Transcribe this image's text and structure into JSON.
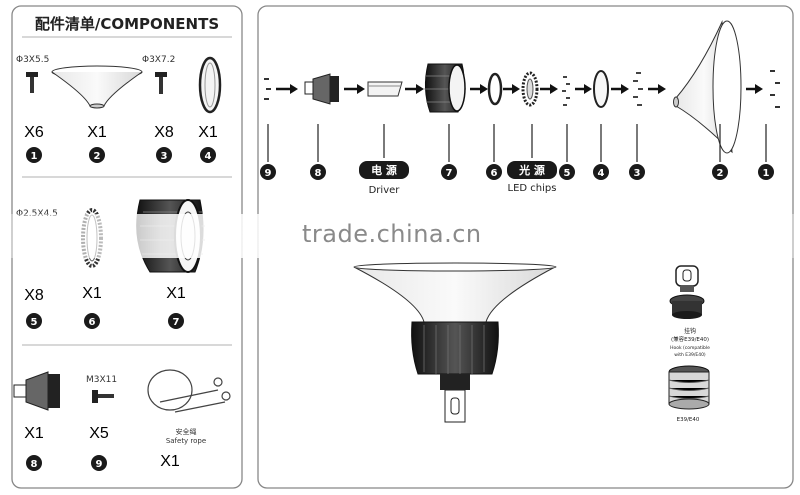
{
  "left_panel": {
    "title": "配件清单/COMPONENTS",
    "sections": [
      {
        "parts": [
          {
            "label": "Φ3X5.5",
            "qty": "X6",
            "num": "1",
            "icon": "screw-icon"
          },
          {
            "label": "",
            "qty": "X1",
            "num": "2",
            "icon": "reflector-icon"
          },
          {
            "label": "Φ3X7.2",
            "qty": "X8",
            "num": "3",
            "icon": "screw-icon"
          },
          {
            "label": "",
            "qty": "X1",
            "num": "4",
            "icon": "lens-ring-icon"
          }
        ]
      },
      {
        "parts": [
          {
            "label": "Φ2.5X4.5",
            "qty": "X8",
            "num": "5",
            "icon": "screw-icon"
          },
          {
            "label": "",
            "qty": "X1",
            "num": "6",
            "icon": "gasket-ring-icon"
          },
          {
            "label": "",
            "qty": "X1",
            "num": "7",
            "icon": "heatsink-icon"
          }
        ]
      },
      {
        "parts": [
          {
            "label": "",
            "qty": "X1",
            "num": "8",
            "icon": "hook-socket-icon"
          },
          {
            "label": "M3X11",
            "qty": "X5",
            "num": "9",
            "icon": "screw-icon"
          },
          {
            "label": "安全绳\nSafety rope",
            "qty": "X1",
            "num": "",
            "icon": "safety-rope-icon"
          }
        ]
      }
    ]
  },
  "right_panel": {
    "sequence": [
      "9",
      "8",
      "",
      "7",
      "6",
      "",
      "5",
      "4",
      "3",
      "2",
      "1"
    ],
    "driver_cn": "电 源",
    "driver_en": "Driver",
    "led_cn": "光 源",
    "led_en": "LED chips",
    "hook_label_cn": "挂钩",
    "hook_label_cn2": "(兼容E39/E40)",
    "hook_label_en": "Hook (compatible with E39/E40)",
    "socket_label": "E39/E40"
  },
  "watermark": "trade.china.cn",
  "colors": {
    "ink": "#1a1a1a",
    "border": "#888888",
    "badge": "#1a1a1a"
  }
}
